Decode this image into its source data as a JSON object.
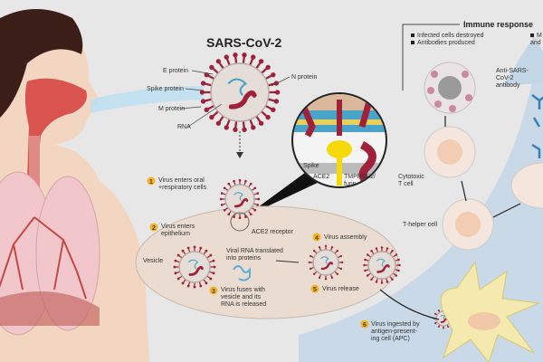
{
  "title": "SARS-CoV-2",
  "virus_labels": {
    "e_protein": "E protein",
    "spike_protein": "Spike protein",
    "m_protein": "M protein",
    "rna": "RNA",
    "n_protein": "N protein"
  },
  "inset_labels": {
    "spike": "Spike",
    "ace2": "ACE2",
    "tmprss2_1": "TMPRSS2/",
    "tmprss2_2": "furin"
  },
  "steps": [
    {
      "num": "1",
      "line1": "Virus enters oral",
      "line2": "+respiratory cells"
    },
    {
      "num": "2",
      "line1": "Virus enters",
      "line2": "epithelium"
    },
    {
      "num": "3",
      "line1": "Virus fuses with",
      "line2": "vesicle and its",
      "line3": "RNA is released"
    },
    {
      "num": "4",
      "line1": "Virus assembly"
    },
    {
      "num": "5",
      "line1": "Virus release"
    },
    {
      "num": "6",
      "line1": "Virus ingested by",
      "line2": "antigen-present-",
      "line3": "ing cell (APC)"
    }
  ],
  "cell_labels": {
    "ace2_receptor": "ACE2 receptor",
    "vesicle": "Vesicle",
    "translated_1": "Viral RNA translated",
    "translated_2": "into proteins",
    "cytotoxic_1": "Cytotoxic",
    "cytotoxic_2": "T cell",
    "t_helper": "T-helper cell",
    "antibody_1": "Anti-SARS-",
    "antibody_2": "CoV-2",
    "antibody_3": "antibody"
  },
  "immune_response": {
    "heading": "Immune response",
    "bullets_left": [
      "Infected cells destroyed",
      "Antibodies produced"
    ],
    "bullets_right": [
      "M",
      "and"
    ]
  },
  "colors": {
    "virus_red": "#a0213a",
    "skin": "#f3d6c2",
    "lung": "#f1c7cb",
    "airway": "#d9534f",
    "blue_arrow": "#bcd3e6",
    "number_badge": "#f0b429",
    "apc": "#f4eab0"
  }
}
